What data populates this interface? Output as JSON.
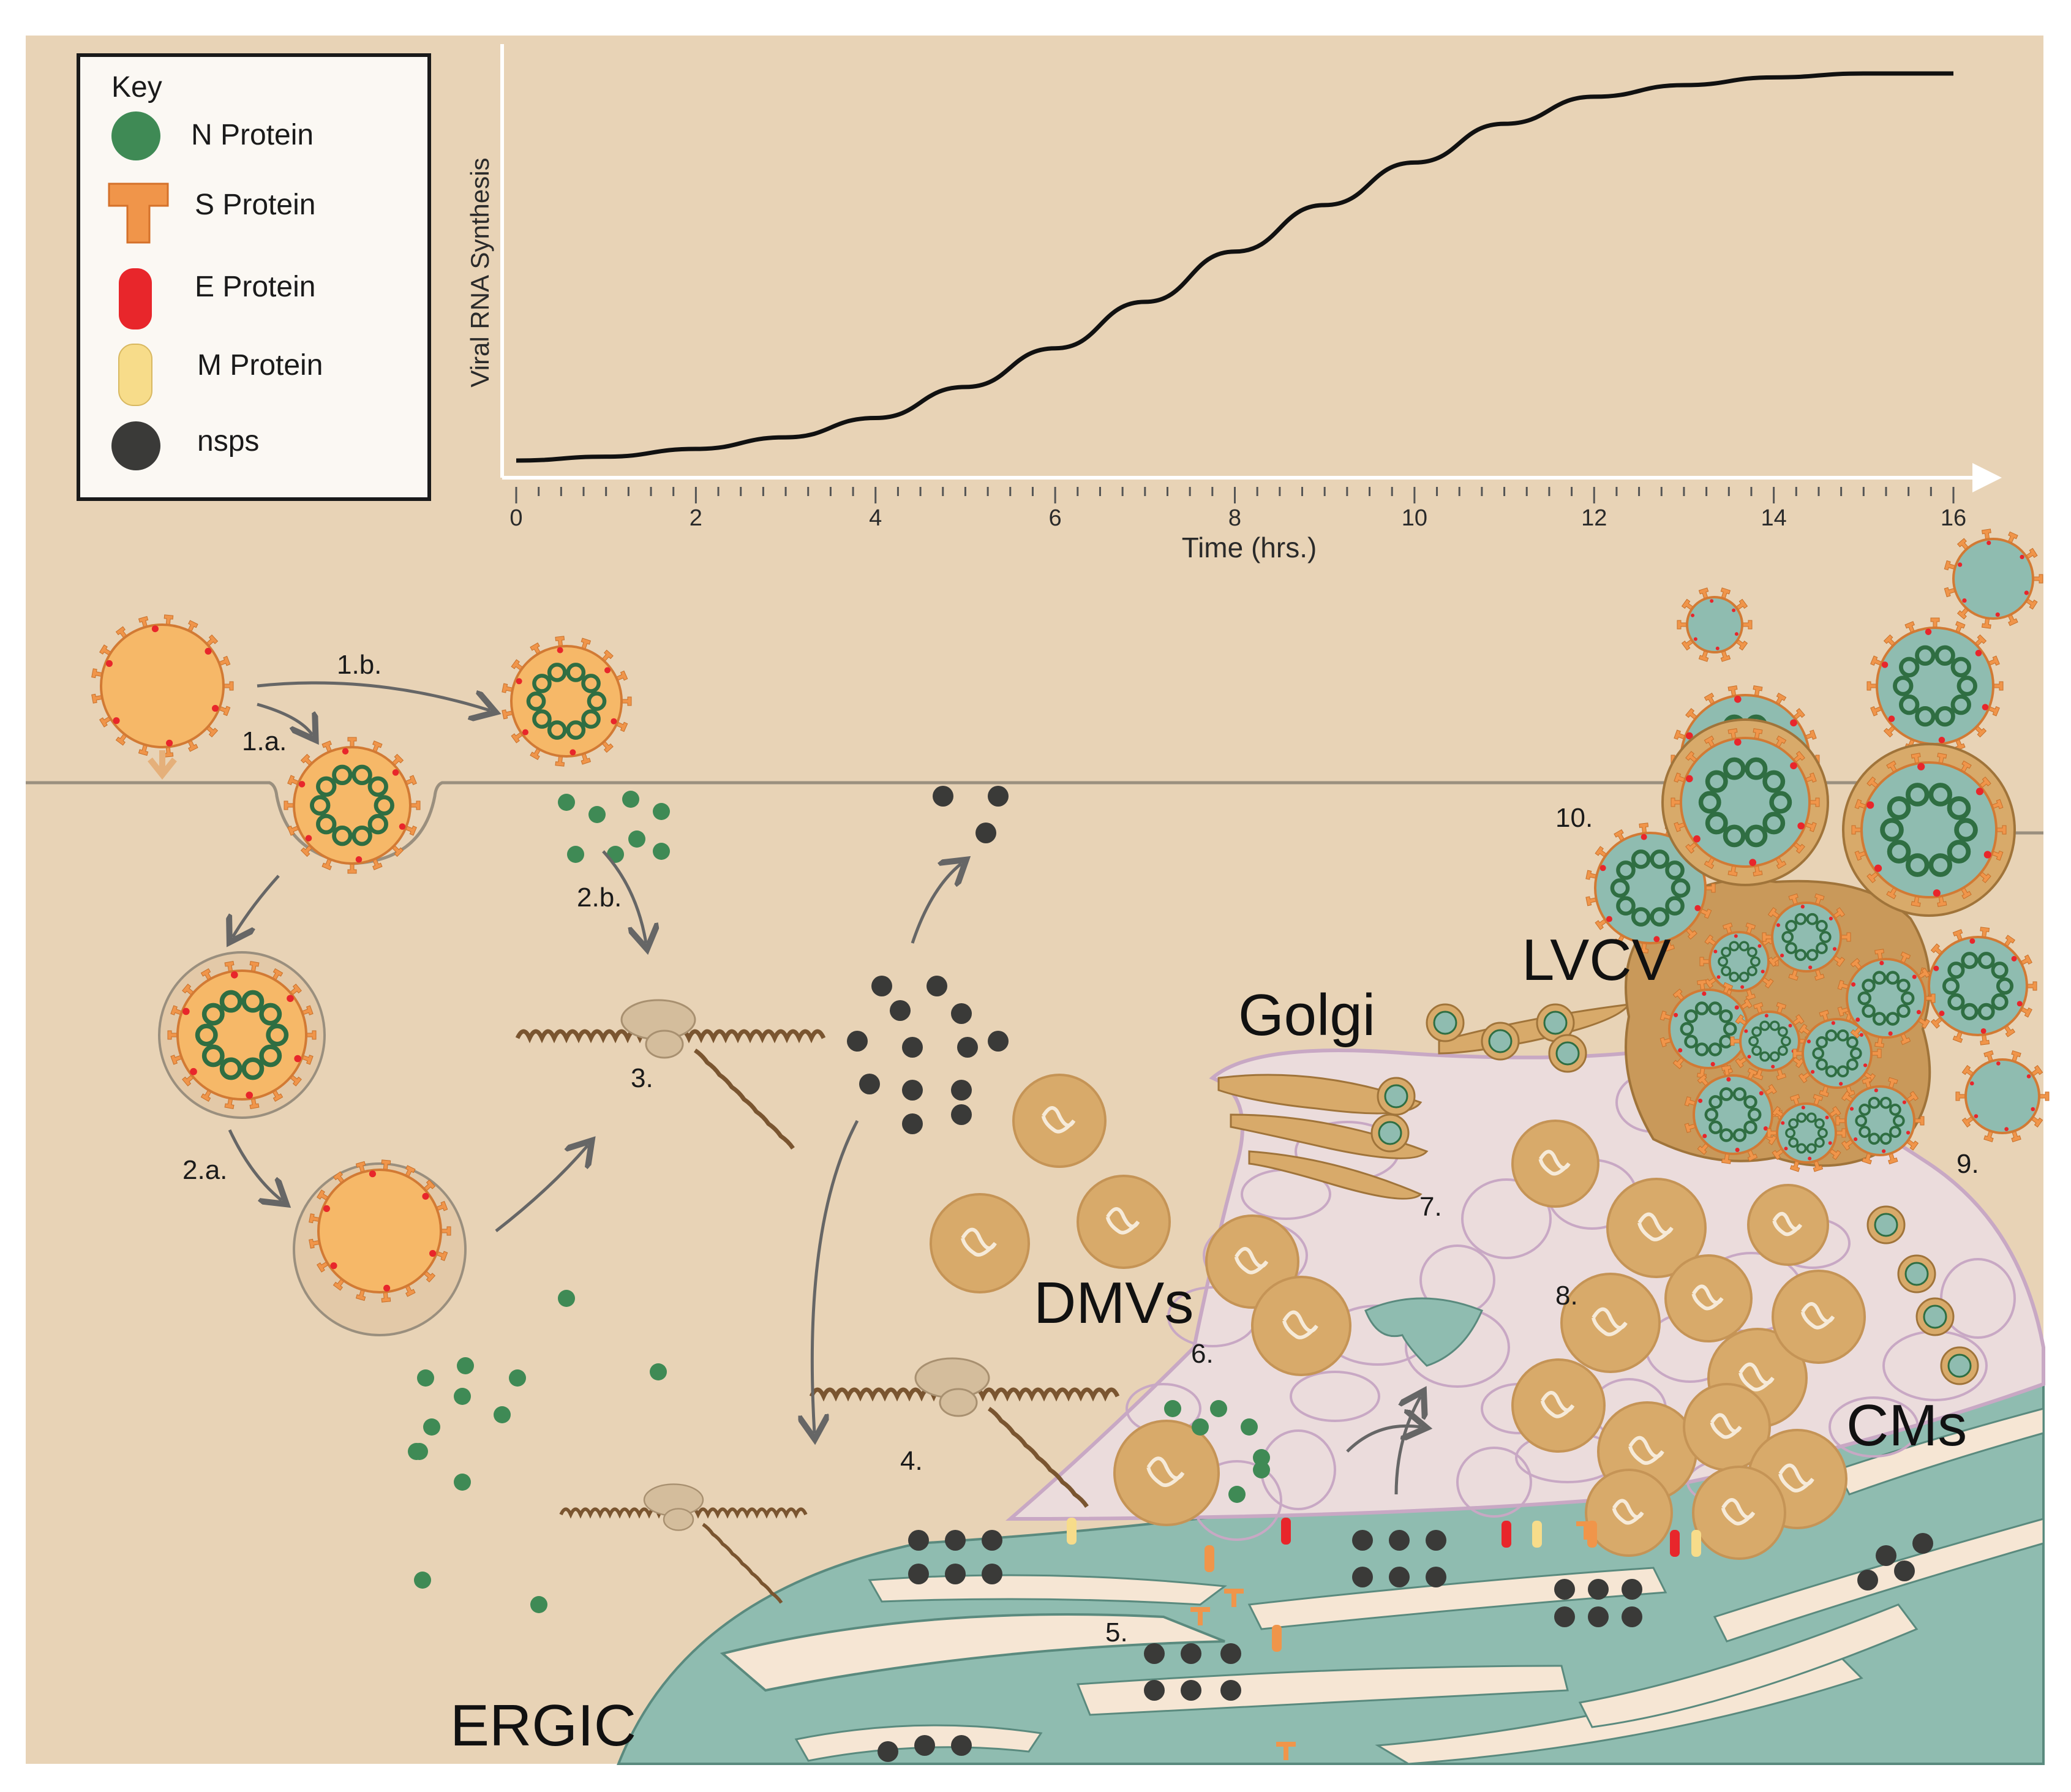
{
  "key": {
    "title": "Key",
    "items": [
      {
        "label": "N Protein",
        "icon": "n-protein-circle",
        "color": "#3f8a55"
      },
      {
        "label": "S Protein",
        "icon": "s-protein-t-shape",
        "color": "#f0954a"
      },
      {
        "label": "E Protein",
        "icon": "e-protein-pill",
        "color": "#e8262b"
      },
      {
        "label": "M Protein",
        "icon": "m-protein-pill",
        "color": "#f7dc8a"
      },
      {
        "label": "nsps",
        "icon": "nsps-circle",
        "color": "#3a3a38"
      }
    ]
  },
  "chart_data": {
    "type": "line",
    "xlabel": "Time (hrs.)",
    "ylabel": "Viral RNA Synthesis",
    "xlim": [
      0,
      16
    ],
    "x_ticks": [
      "0",
      "2",
      "4",
      "6",
      "8",
      "10",
      "12",
      "14",
      "16"
    ],
    "series": [
      {
        "x": [
          0,
          1,
          2,
          3,
          4,
          5,
          6,
          7,
          8,
          9,
          10,
          11,
          12,
          13,
          14,
          15,
          16
        ],
        "values": [
          0.0,
          0.01,
          0.03,
          0.06,
          0.11,
          0.19,
          0.29,
          0.41,
          0.54,
          0.66,
          0.77,
          0.87,
          0.94,
          0.97,
          0.99,
          1.0,
          1.0
        ]
      }
    ]
  },
  "steps": [
    "1.a.",
    "1.b.",
    "2.a.",
    "2.b.",
    "3.",
    "4.",
    "5.",
    "6.",
    "7.",
    "8.",
    "9.",
    "10."
  ],
  "regions": {
    "golgi": "Golgi",
    "lvcv": "LVCV",
    "dmvs": "DMVs",
    "cms": "CMs",
    "ergic": "ERGIC"
  },
  "colors": {
    "background": "#e8d3b6",
    "er": "#8fbcb0",
    "virion_orange": "#f0954a",
    "vesicle": "#d8aa6a",
    "membrane_purple": "#c8a8c4",
    "rna_brown": "#7a5530",
    "n_green": "#3f8a55"
  }
}
